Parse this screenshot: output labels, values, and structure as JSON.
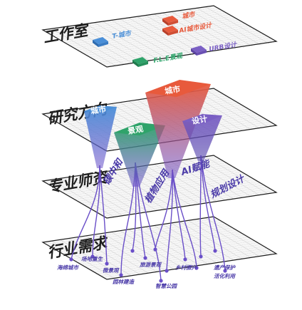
{
  "layers": {
    "tools": "工作室",
    "research": "研究方向",
    "major": "专业师资",
    "industry": "行业需求"
  },
  "tools": [
    {
      "label": "T-城市",
      "color": "#4a8fd8"
    },
    {
      "label": "城市",
      "color": "#e85a3c"
    },
    {
      "label": "AI城市设计",
      "color": "#e85a3c"
    },
    {
      "label": "F.L.E景观",
      "color": "#2fa36a"
    },
    {
      "label": "URB设计",
      "color": "#7a5fc4"
    }
  ],
  "funnel_tops": [
    {
      "label": "城市",
      "color": "#4a8fd8"
    },
    {
      "label": "景观",
      "color": "#2fa36a"
    },
    {
      "label": "城市",
      "color": "#e85a3c"
    },
    {
      "label": "设计",
      "color": "#7a5fc4"
    }
  ],
  "directions": [
    "碳中和",
    "植物应用",
    "AI赋能",
    "规划设计"
  ],
  "industry": [
    "场地重生",
    "海绵城市",
    "微景观",
    "园林建造",
    "旅游景观",
    "智慧公园",
    "乡村振兴",
    "遗产保护",
    "活化利用"
  ],
  "colors": {
    "grid": "#1a1a1a",
    "line": "#6a4fc8",
    "text": "#4a3aa8"
  }
}
